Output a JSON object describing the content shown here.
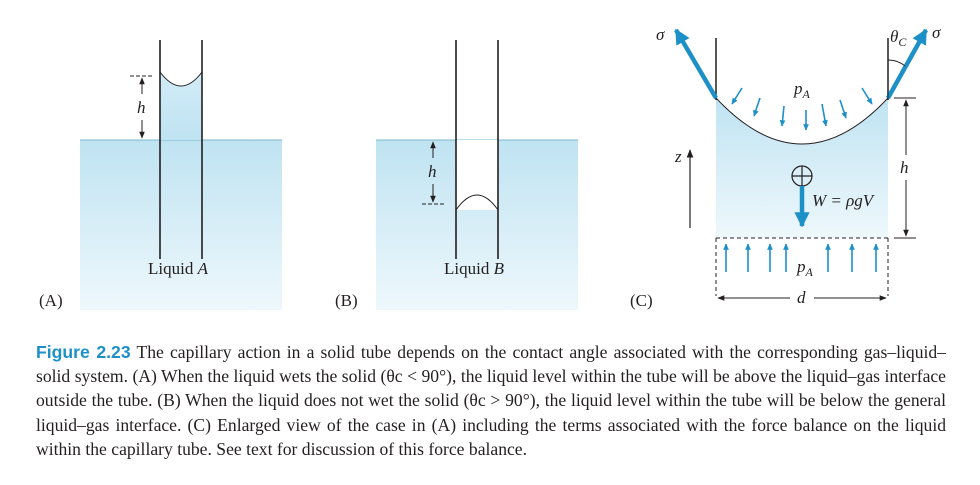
{
  "figure": {
    "panel_a": {
      "tag": "(A)",
      "liquid_label": "Liquid",
      "liquid_letter": "A",
      "height_symbol": "h"
    },
    "panel_b": {
      "tag": "(B)",
      "liquid_label": "Liquid",
      "liquid_letter": "B",
      "height_symbol": "h"
    },
    "panel_c": {
      "tag": "(C)",
      "sigma": "σ",
      "theta": "θ",
      "theta_sub": "C",
      "pressure": "p",
      "pressure_sub": "A",
      "height_symbol": "h",
      "z_axis": "z",
      "weight": "W = ρgV",
      "diameter": "d"
    }
  },
  "caption": {
    "label": "Figure 2.23",
    "text": "The capillary action in a solid tube depends on the contact angle associated with the corresponding gas–liquid–solid system. (A) When the liquid wets the solid (θc < 90°), the liquid level within the tube will be above the liquid–gas interface outside the tube. (B) When the liquid does not wet the solid (θc > 90°), the liquid level within the tube will be below the general liquid–gas interface. (C) Enlarged view of the case in (A) including the terms associated with the force balance on the liquid within the capillary tube. See text for discussion of this force balance."
  },
  "colors": {
    "accent": "#1e90c8",
    "liquid_top": "#bfe3f2",
    "liquid_bottom": "#eef8fc",
    "ink": "#231f20"
  }
}
